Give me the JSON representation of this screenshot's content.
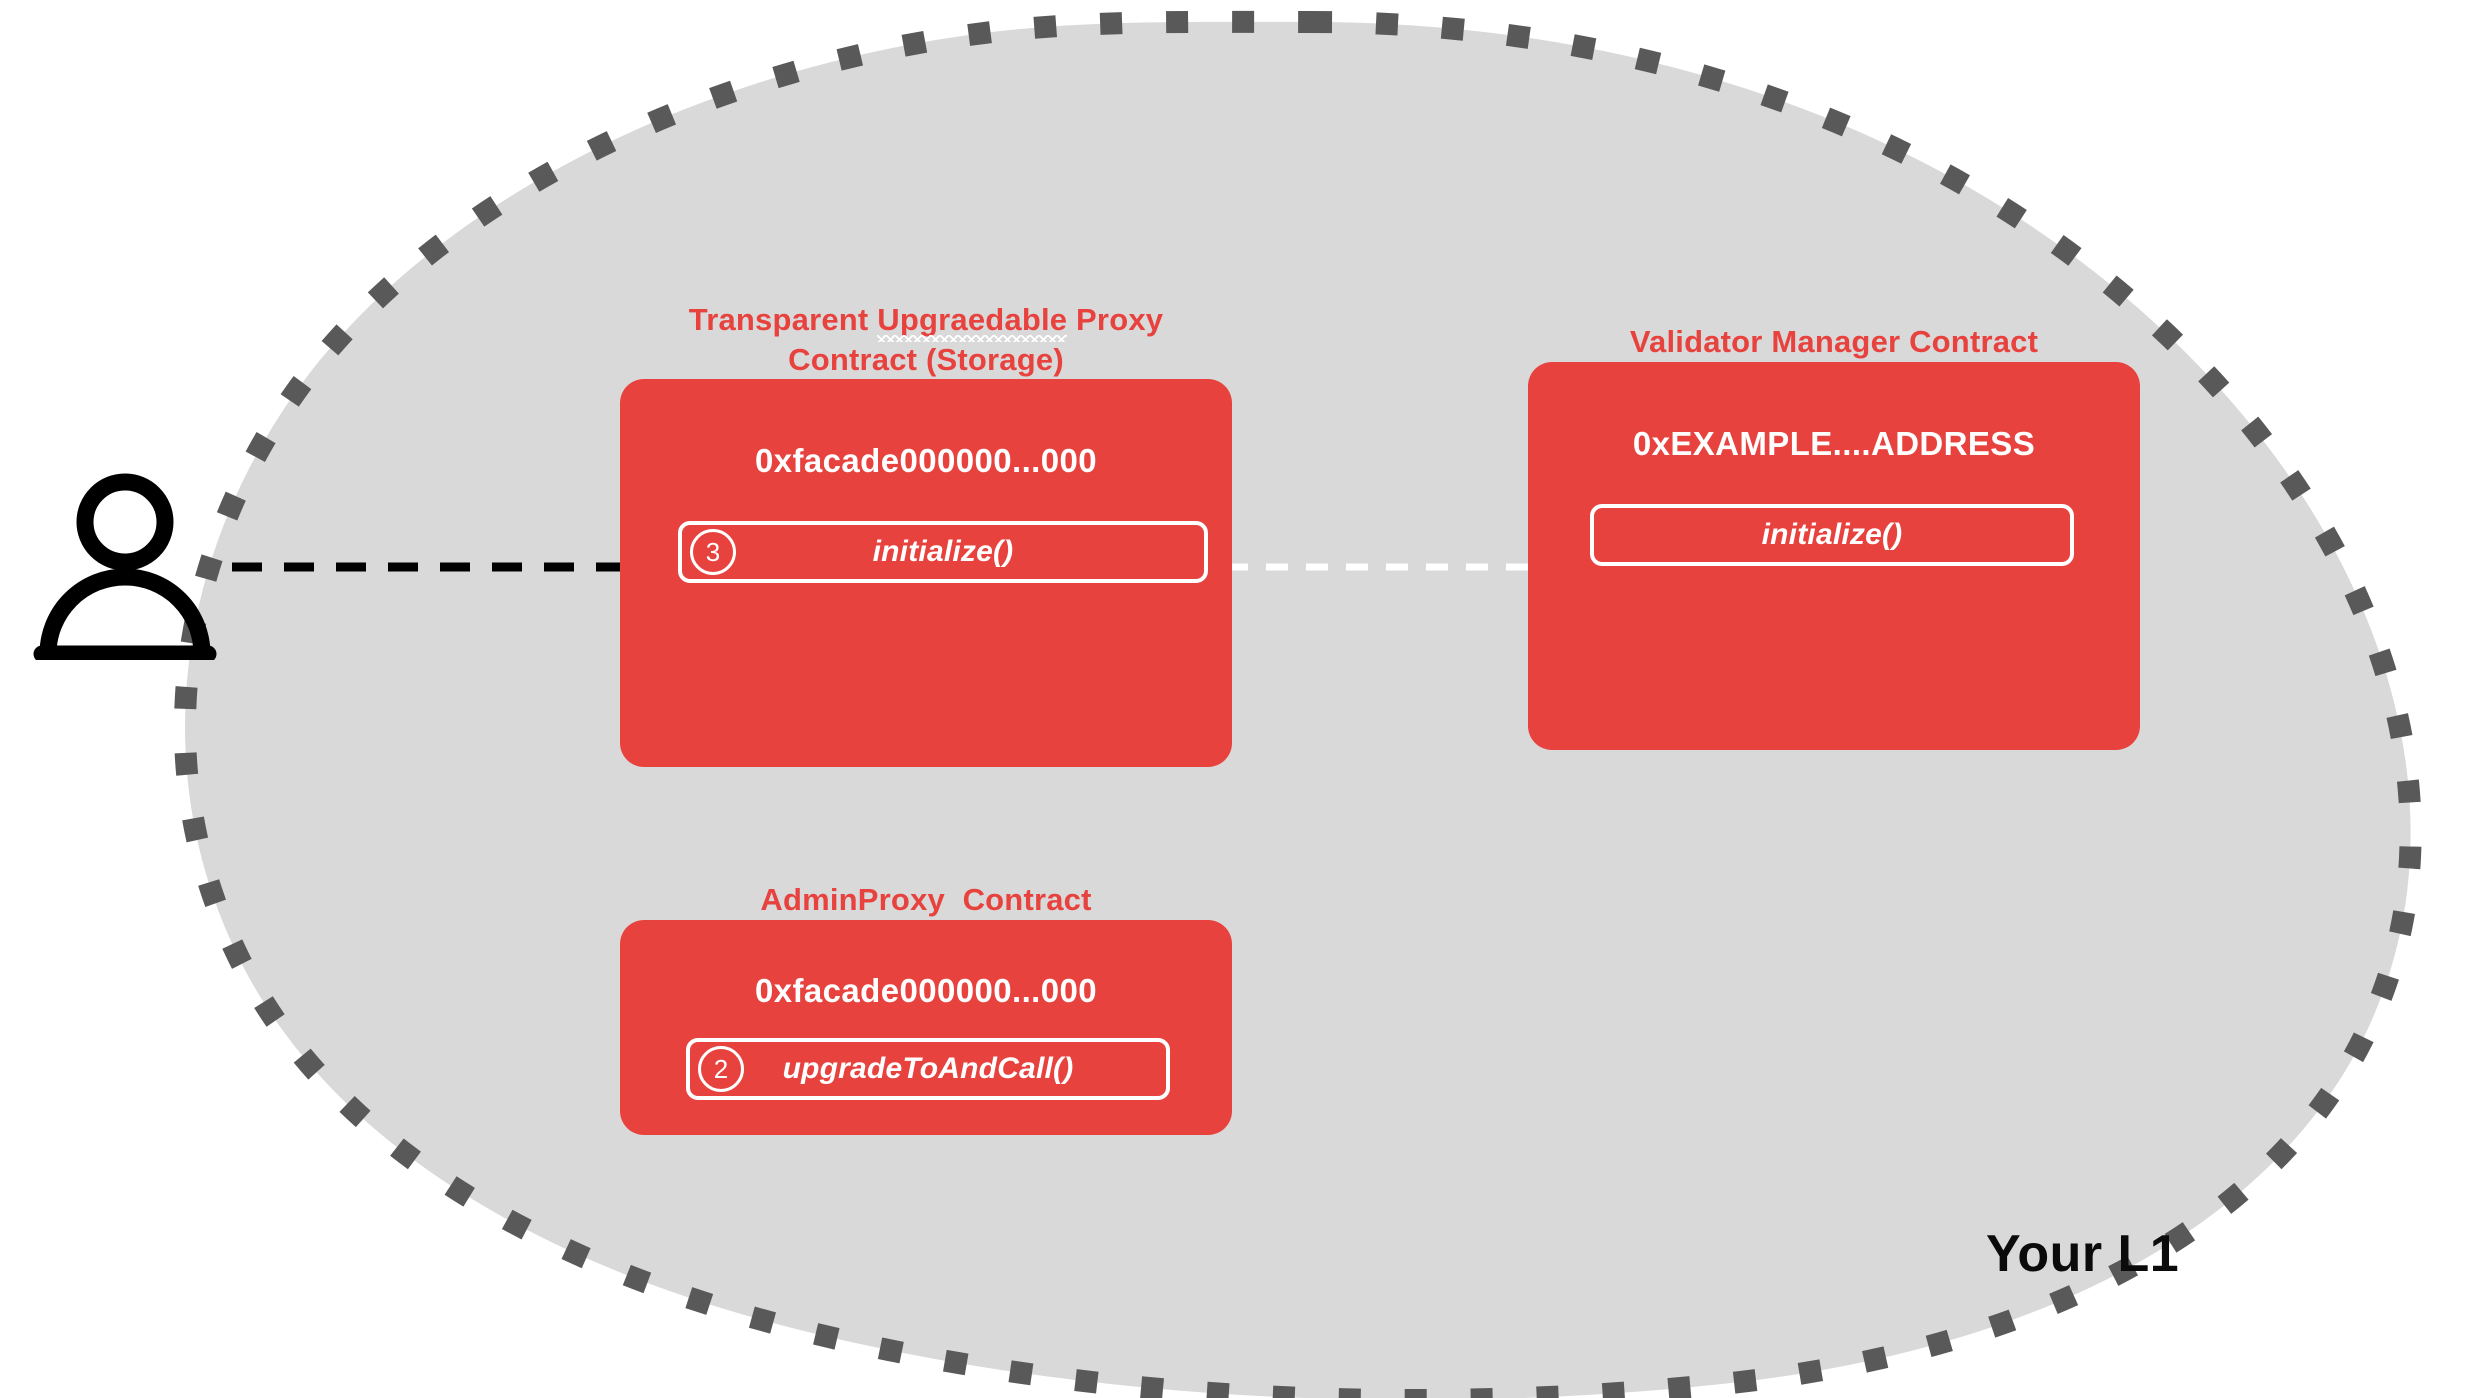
{
  "diagram": {
    "region_label": "Your L1",
    "background_color": "#FFFFFF",
    "region_fill_color": "#D9D9D9",
    "region_border_color": "#595959",
    "accent_color": "#E8423E",
    "actor": {
      "icon": "person-icon",
      "label": ""
    }
  },
  "contracts": [
    {
      "id": "transparent-upgradeable-proxy",
      "title_line1_prefix": "Transparent ",
      "title_line1_misspelled": "Upgraedable",
      "title_line1_suffix": " Proxy",
      "title_line2": "Contract (Storage)",
      "title_full": "Transparent Upgraedable Proxy Contract (Storage)",
      "address": "0xfacade000000...000",
      "method": {
        "step": "3",
        "name": "initialize()"
      }
    },
    {
      "id": "validator-manager",
      "title_full": "Validator Manager Contract",
      "address": "0xEXAMPLE....ADDRESS",
      "method": {
        "step": "",
        "name": "initialize()"
      }
    },
    {
      "id": "admin-proxy",
      "title_full": "AdminProxy  Contract",
      "address": "0xfacade000000...000",
      "method": {
        "step": "2",
        "name": "upgradeToAndCall()"
      }
    }
  ],
  "arrows": [
    {
      "id": "user-to-proxy",
      "style": "dashed",
      "color": "#000000",
      "head": "filled"
    },
    {
      "id": "proxy-to-validator",
      "style": "dashed",
      "color": "#FFFFFF",
      "head": "open"
    }
  ]
}
